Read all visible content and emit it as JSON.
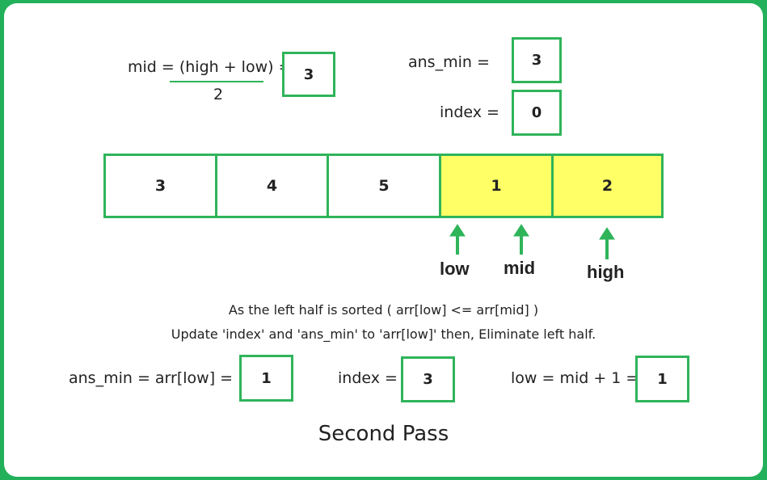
{
  "mid_formula": {
    "label": "mid = (high + low) =",
    "denominator": "2",
    "value": "3"
  },
  "ans_min": {
    "label": "ans_min =",
    "value": "3"
  },
  "index": {
    "label": "index =",
    "value": "0"
  },
  "array": [
    {
      "value": "3",
      "highlighted": false
    },
    {
      "value": "4",
      "highlighted": false
    },
    {
      "value": "5",
      "highlighted": false
    },
    {
      "value": "1",
      "highlighted": true
    },
    {
      "value": "2",
      "highlighted": true
    }
  ],
  "pointers": {
    "low": "low",
    "mid": "mid",
    "high": "high"
  },
  "notes": {
    "line1": "As the left half is sorted ( arr[low] <= arr[mid] )",
    "line2": "Update 'index' and 'ans_min' to 'arr[low]' then, Eliminate left half."
  },
  "updates": {
    "ans_min_label": "ans_min = arr[low] =",
    "ans_min_value": "1",
    "index_label": "index =",
    "index_value": "3",
    "low_label": "low = mid + 1 =",
    "low_value": "1"
  },
  "caption": "Second Pass",
  "colors": {
    "border": "#22b05a",
    "box": "#2fb45a",
    "highlight": "#ffff66"
  }
}
